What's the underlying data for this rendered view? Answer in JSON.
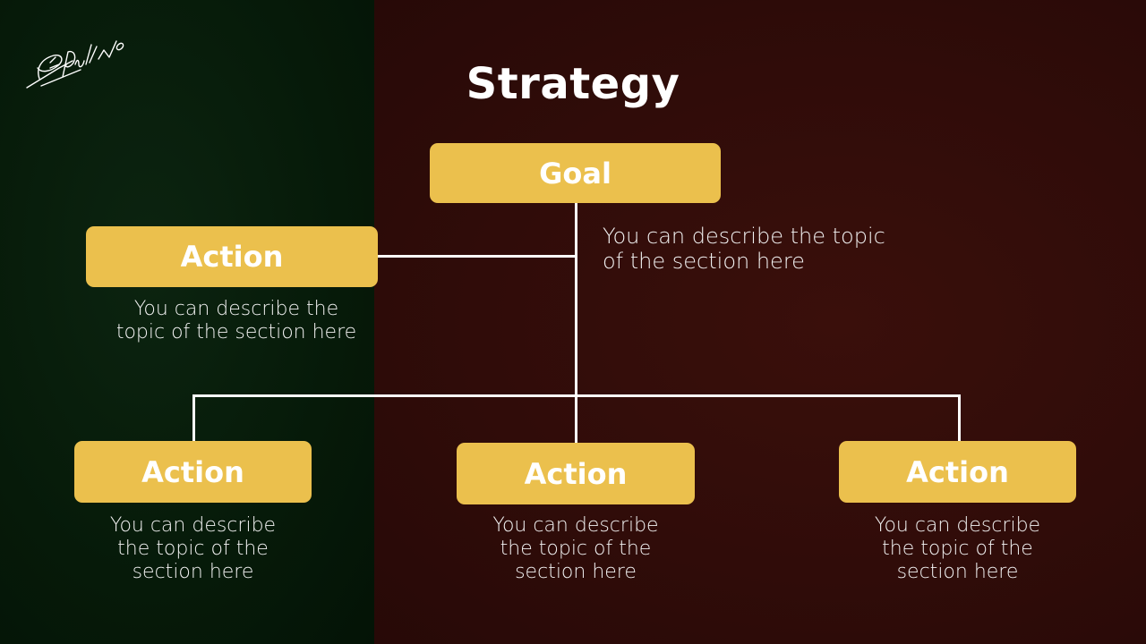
{
  "slide": {
    "title": "Strategy",
    "colors": {
      "left_panel": "#061a09",
      "right_panel": "#300c09",
      "box_fill": "#ebc04d",
      "text": "#ffffff",
      "connector": "#ffffff"
    },
    "logo": {
      "icon": "signature-icon"
    }
  },
  "goal": {
    "label": "Goal",
    "description_line1": "You can describe the topic",
    "description_line2": "of the section here"
  },
  "actions": [
    {
      "label": "Action",
      "description_line1": "You can describe the",
      "description_line2": "topic of the section here"
    },
    {
      "label": "Action",
      "description_line1": "You can describe",
      "description_line2": "the topic of the",
      "description_line3": "section here"
    },
    {
      "label": "Action",
      "description_line1": "You can describe",
      "description_line2": "the topic of the",
      "description_line3": "section here"
    },
    {
      "label": "Action",
      "description_line1": "You can describe",
      "description_line2": "the topic of the",
      "description_line3": "section here"
    }
  ]
}
